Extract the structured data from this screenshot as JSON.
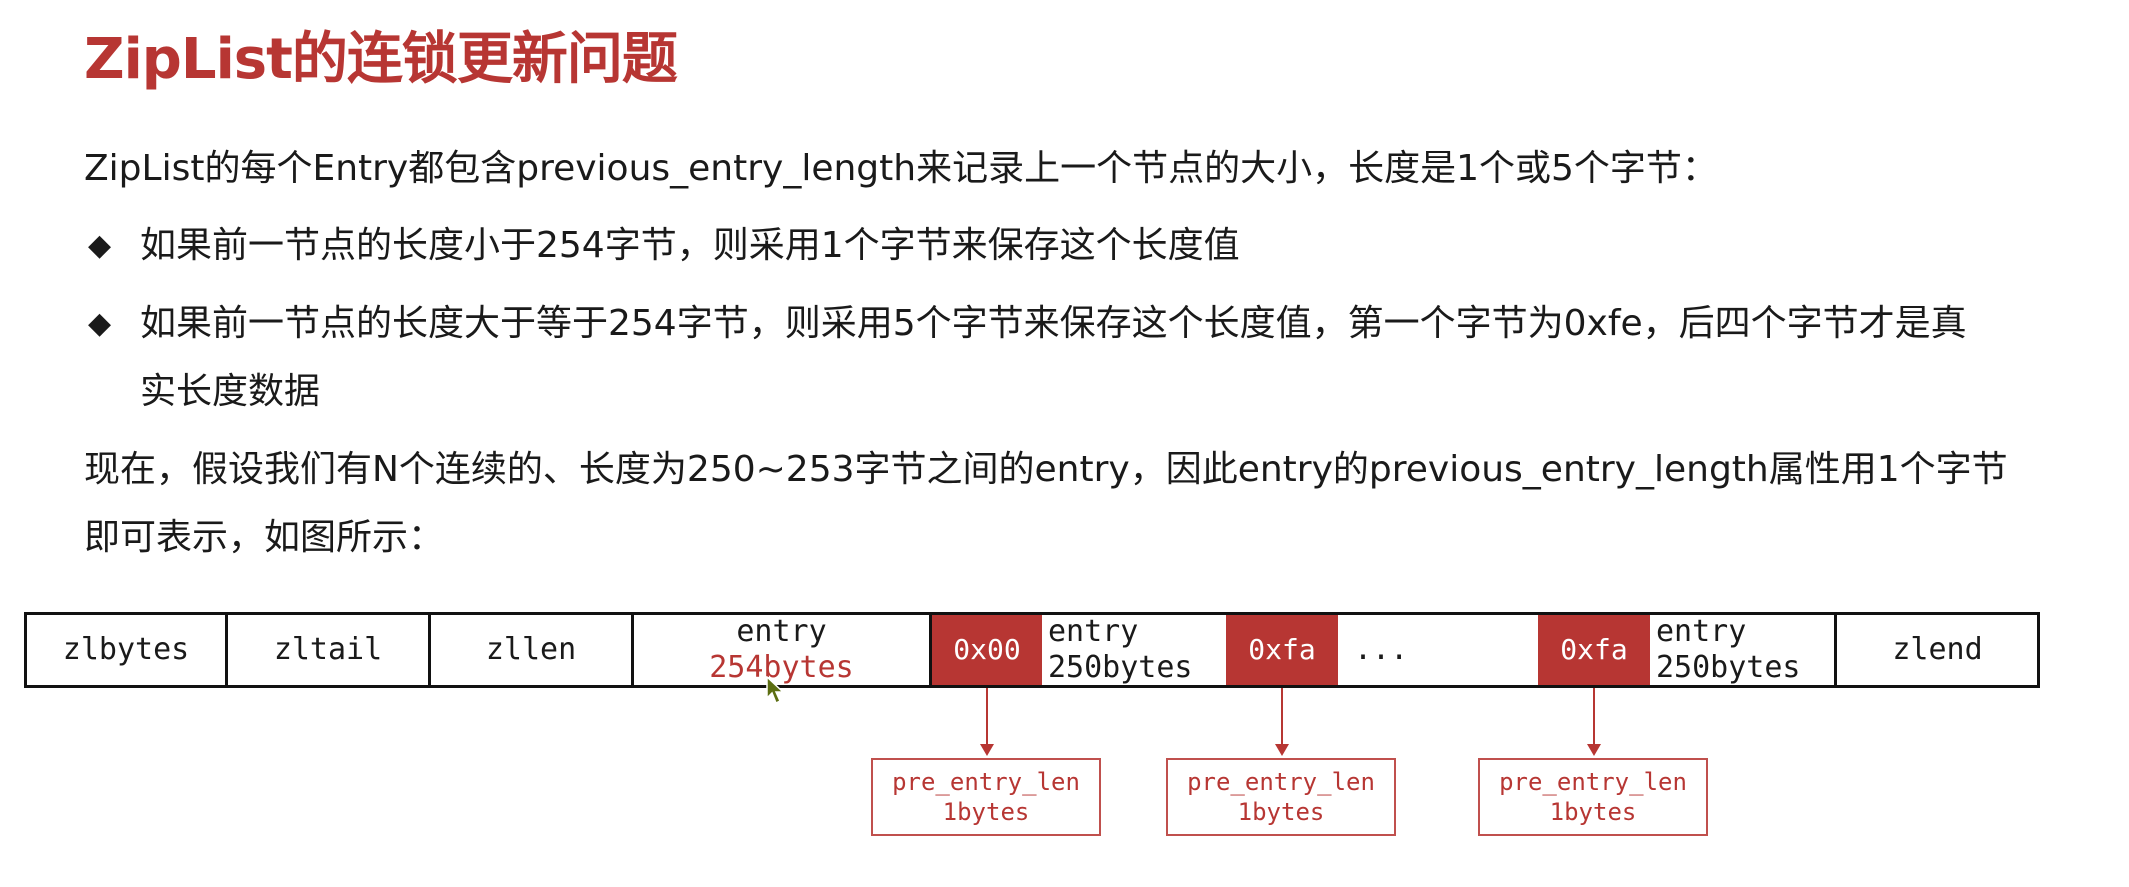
{
  "title": "ZipList的连锁更新问题",
  "intro": "ZipList的每个Entry都包含previous_entry_length来记录上一个节点的大小，长度是1个或5个字节：",
  "bullet_symbol": "◆",
  "bullets": [
    "如果前一节点的长度小于254字节，则采用1个字节来保存这个长度值",
    "如果前一节点的长度大于等于254字节，则采用5个字节来保存这个长度值，第一个字节为0xfe，后四个字节才是真",
    "实长度数据"
  ],
  "para2_line1": "现在，假设我们有N个连续的、长度为250~253字节之间的entry，因此entry的previous_entry_length属性用1个字节",
  "para2_line2": "即可表示，如图所示：",
  "diagram": {
    "zlbytes": "zlbytes",
    "zltail": "zltail",
    "zllen": "zllen",
    "entry1_top": "entry",
    "entry1_bottom": "254bytes",
    "prev1": "0x00",
    "entry2_top": "entry",
    "entry2_bottom": "250bytes",
    "prev2": "0xfa",
    "ellipsis": "...",
    "prev3": "0xfa",
    "entry3_top": "entry",
    "entry3_bottom": "250bytes",
    "zlend": "zlend",
    "label_line1": "pre_entry_len",
    "label_line2": "1bytes"
  },
  "colors": {
    "accent": "#b73633",
    "text": "#1a1a1a"
  }
}
